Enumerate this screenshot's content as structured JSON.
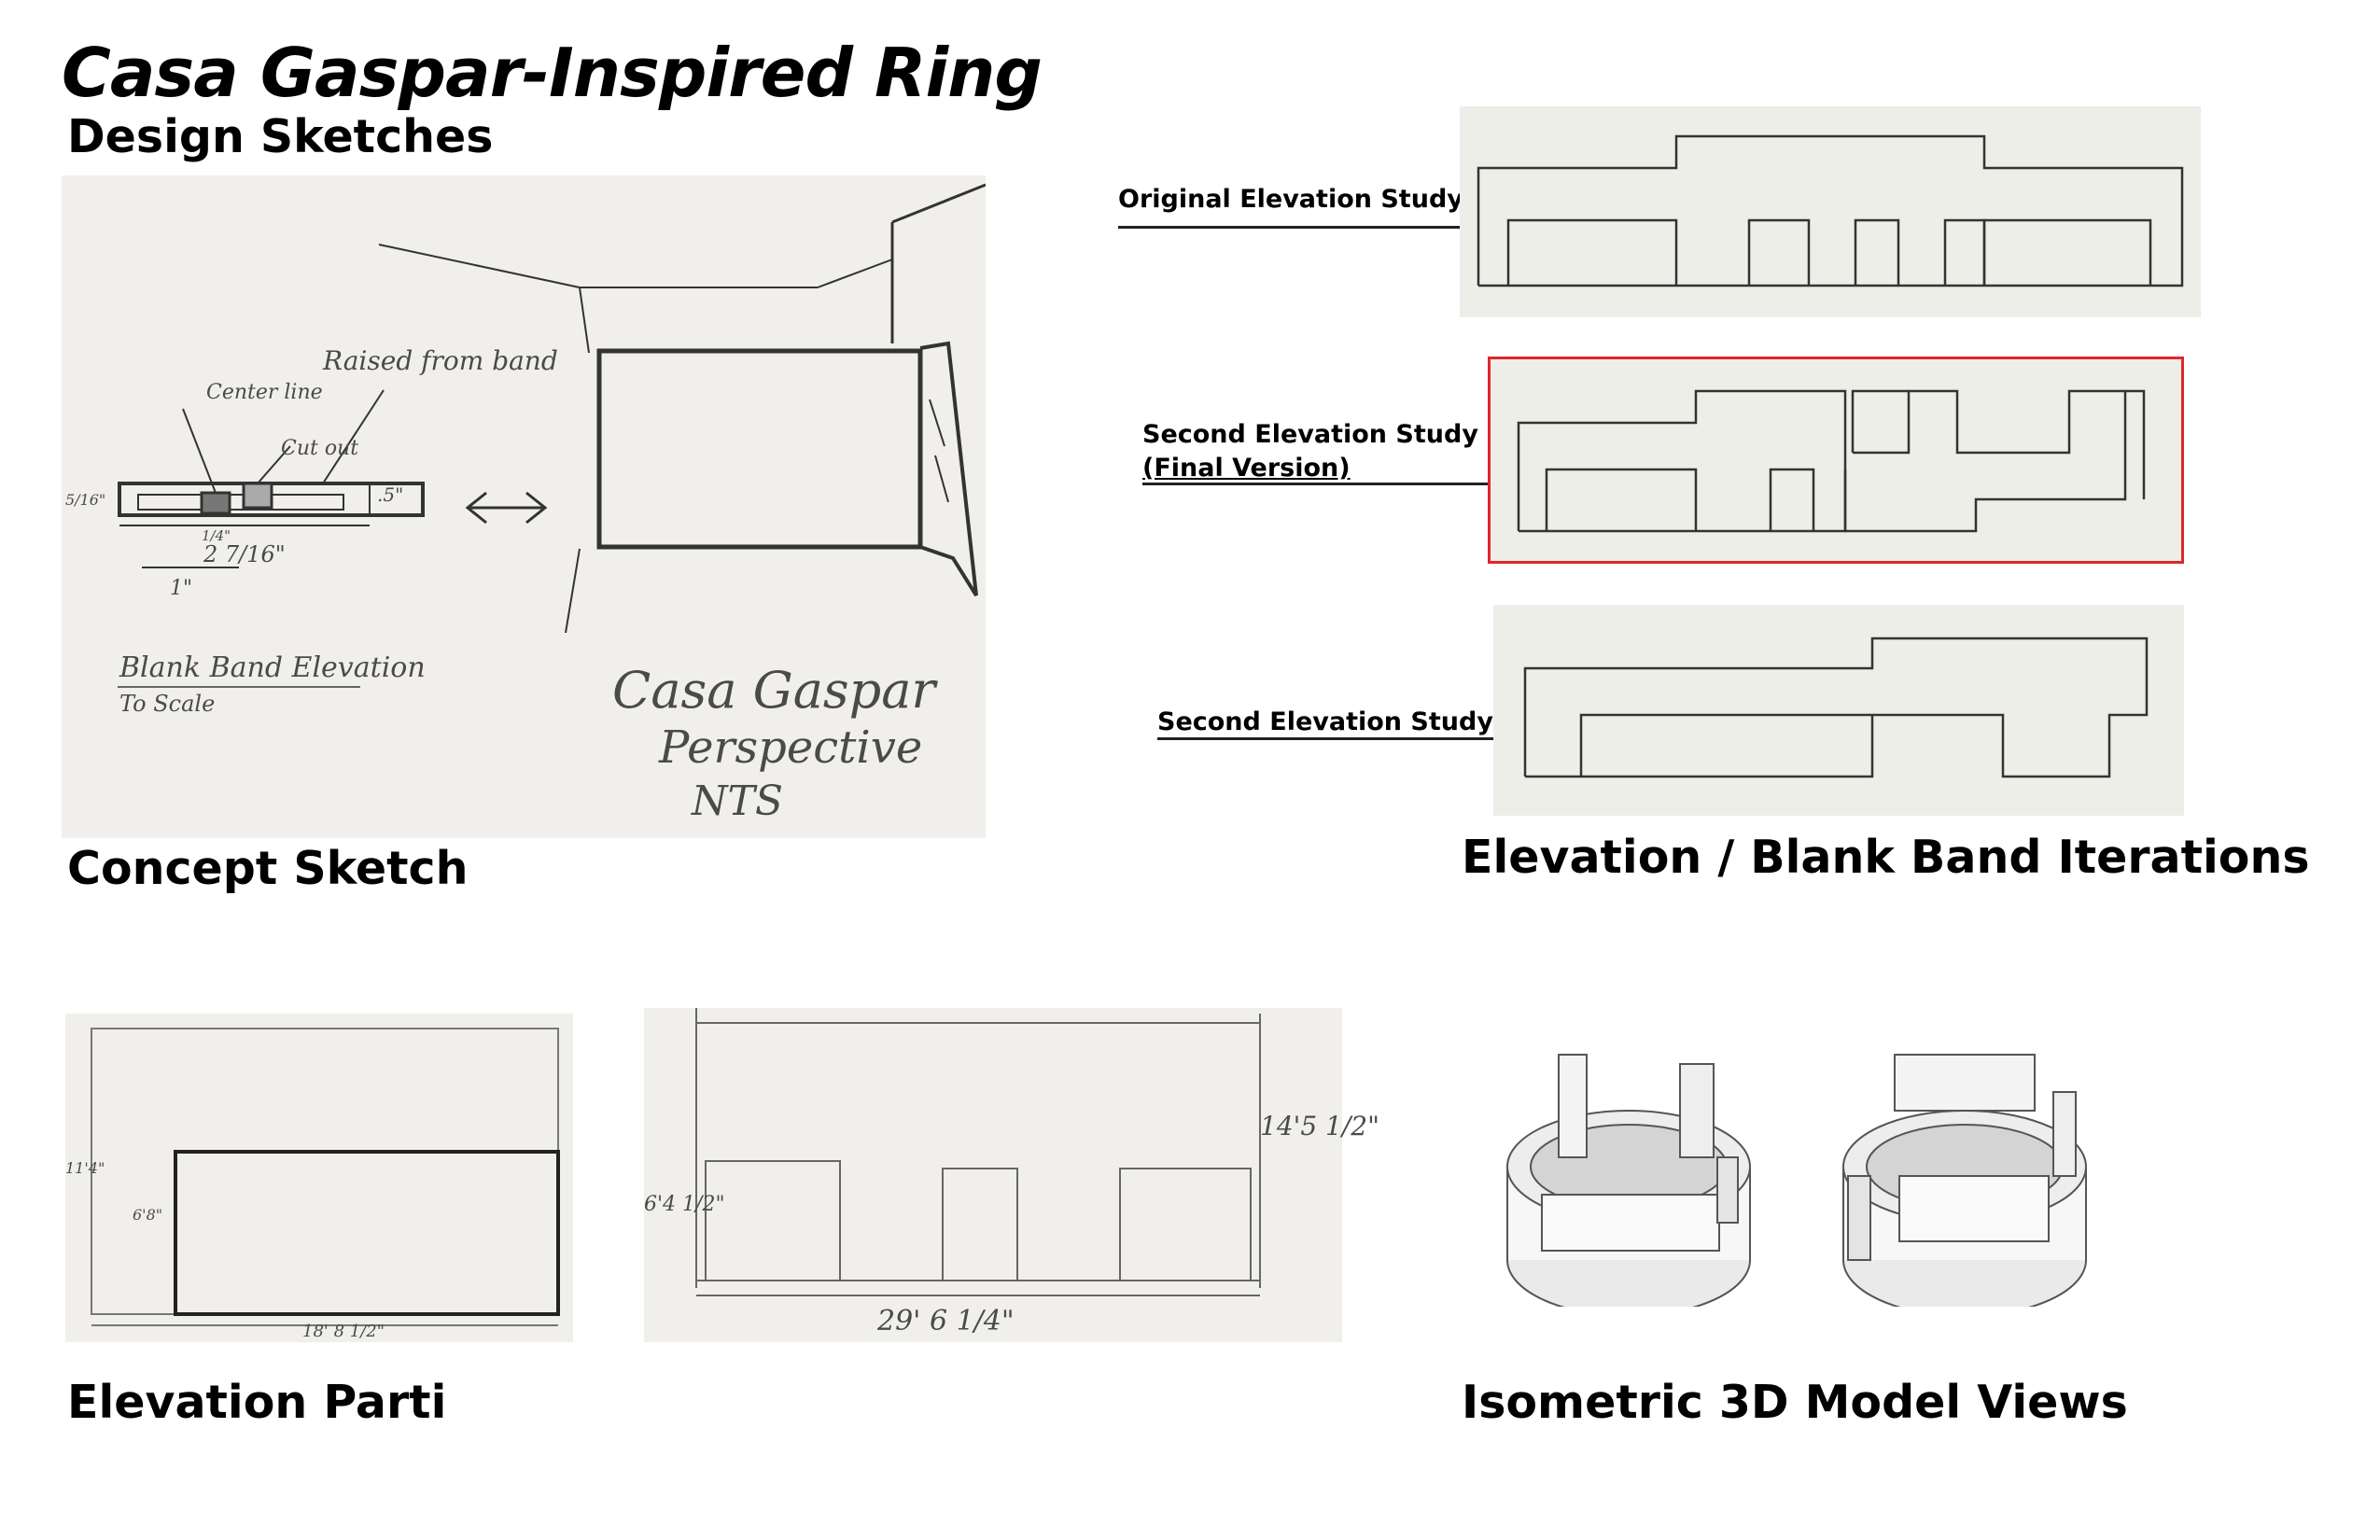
{
  "title": "Casa Gaspar-Inspired Ring",
  "subtitle": "Design Sketches",
  "sections": {
    "concept": "Concept Sketch",
    "elevation_iterations": "Elevation / Blank Band Iterations",
    "elevation_parti": "Elevation Parti",
    "isometric": "Isometric 3D Model Views"
  },
  "concept_sketch": {
    "notes": {
      "centerline": "Center line",
      "raised": "Raised from band",
      "cutout": "Cut out",
      "dim_height": "5/16\"",
      "dim_small": "1/4\"",
      "dim_width": "2 7/16\"",
      "dim_inch": "1\"",
      "dim_right": ".5\"",
      "label1": "Blank Band Elevation",
      "label2": "To Scale",
      "persp1": "Casa Gaspar",
      "persp2": "Perspective",
      "persp3": "NTS"
    }
  },
  "studies": [
    {
      "label": "Original Elevation Study"
    },
    {
      "label": "Second Elevation Study",
      "label2": "(Final Version)",
      "highlight_color": "#e0262a"
    },
    {
      "label": "Second Elevation Study"
    }
  ],
  "parti": {
    "left": {
      "dim_height": "11'4\"",
      "dim_inner": "6'8\"",
      "dim_width": "18' 8 1/2\""
    },
    "right": {
      "dim_height": "14'5 1/2\"",
      "dim_left": "6'4 1/2\"",
      "dim_width": "29' 6 1/4\""
    }
  },
  "colors": {
    "highlight": "#e0262a",
    "paper": "#eeeee8"
  }
}
